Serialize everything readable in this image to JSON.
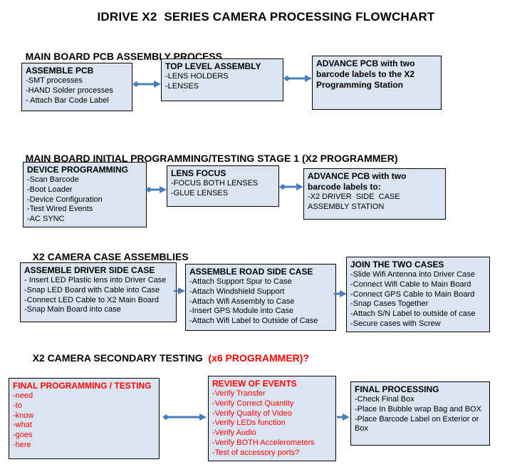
{
  "title": "IDRIVE X2  SERIES CAMERA PROCESSING FLOWCHART",
  "colors": {
    "box_fill": "#dbe5f1",
    "box_border": "#000000",
    "arrow": "#4a7ebb",
    "red": "#ff0000"
  },
  "sections": [
    {
      "heading": "MAIN BOARD PCB ASSEMBLY PROCESS",
      "boxes": [
        {
          "title": "ASSEMBLE PCB",
          "items": [
            "-SMT processes",
            "-HAND Solder processes",
            "- Attach Bar Code Label"
          ]
        },
        {
          "title": "TOP LEVEL ASSEMBLY",
          "items": [
            "-LENS HOLDERS",
            "-LENSES"
          ]
        },
        {
          "title": "ADVANCE PCB with two barcode labels to the X2 Programming Station",
          "items": []
        }
      ]
    },
    {
      "heading": "MAIN BOARD INITIAL PROGRAMMING/TESTING STAGE 1 (X2 PROGRAMMER)",
      "boxes": [
        {
          "title": "DEVICE PROGRAMMING",
          "items": [
            "-Scan Barcode",
            "-Boot Loader",
            "-Device Configuration",
            "-Test Wired Events",
            "-AC SYNC"
          ]
        },
        {
          "title": "LENS FOCUS",
          "items": [
            "-FOCUS BOTH LENSES",
            "-GLUE LENSES"
          ]
        },
        {
          "title": "ADVANCE PCB with two barcode labels to:",
          "items": [
            "-X2 DRIVER  SIDE  CASE  ASSEMBLY STATION"
          ]
        }
      ]
    },
    {
      "heading": "X2 CAMERA CASE ASSEMBLIES",
      "boxes": [
        {
          "title": "ASSEMBLE DRIVER SIDE CASE",
          "items": [
            "- Insert LED Plastic lens into Driver Case",
            "-Snap LED Board with Cable into Case",
            "-Connect LED Cable to X2 Main Board",
            "-Snap Main Board into case"
          ]
        },
        {
          "title": "ASSEMBLE ROAD SIDE CASE",
          "items": [
            "-Attach Support Spur to Case",
            "-Attach Windshield Support",
            "-Attach Wifi Assembly to Case",
            "-Insert GPS Module into Case",
            "-Attach Wifi Label to Outside of Case"
          ]
        },
        {
          "title": "JOIN THE TWO CASES",
          "items": [
            "-Slide Wifi Antenna into Driver Case",
            "-Connect Wifi Cable to Main Board",
            "-Connect GPS Cable to Main Board",
            "-Snap Cases Together",
            "-Attach S/N Label to outside of case",
            "-Secure cases with Screw"
          ]
        }
      ]
    },
    {
      "heading": "X2 CAMERA SECONDARY TESTING",
      "heading_suffix": "  (x6 PROGRAMMER)?",
      "boxes": [
        {
          "title": "FINAL PROGRAMMING / TESTING",
          "items": [
            "-need",
            "-to",
            "-know",
            "-what",
            "-goes",
            "-here"
          ]
        },
        {
          "title": "REVIEW OF EVENTS",
          "items": [
            "-Verify Transfer",
            "-Verify Correct Quantity",
            "-Verify Quality of Video",
            "-Verify LEDs function",
            "-Verify Audio",
            "-Verify BOTH Accelerometers",
            "-Test of accessory ports?"
          ]
        },
        {
          "title": "FINAL PROCESSING",
          "items": [
            "-Check Final Box",
            "-Place In Bubble wrap Bag and BOX",
            "-Place Barcode Label on Exterior or Box"
          ]
        }
      ]
    }
  ]
}
